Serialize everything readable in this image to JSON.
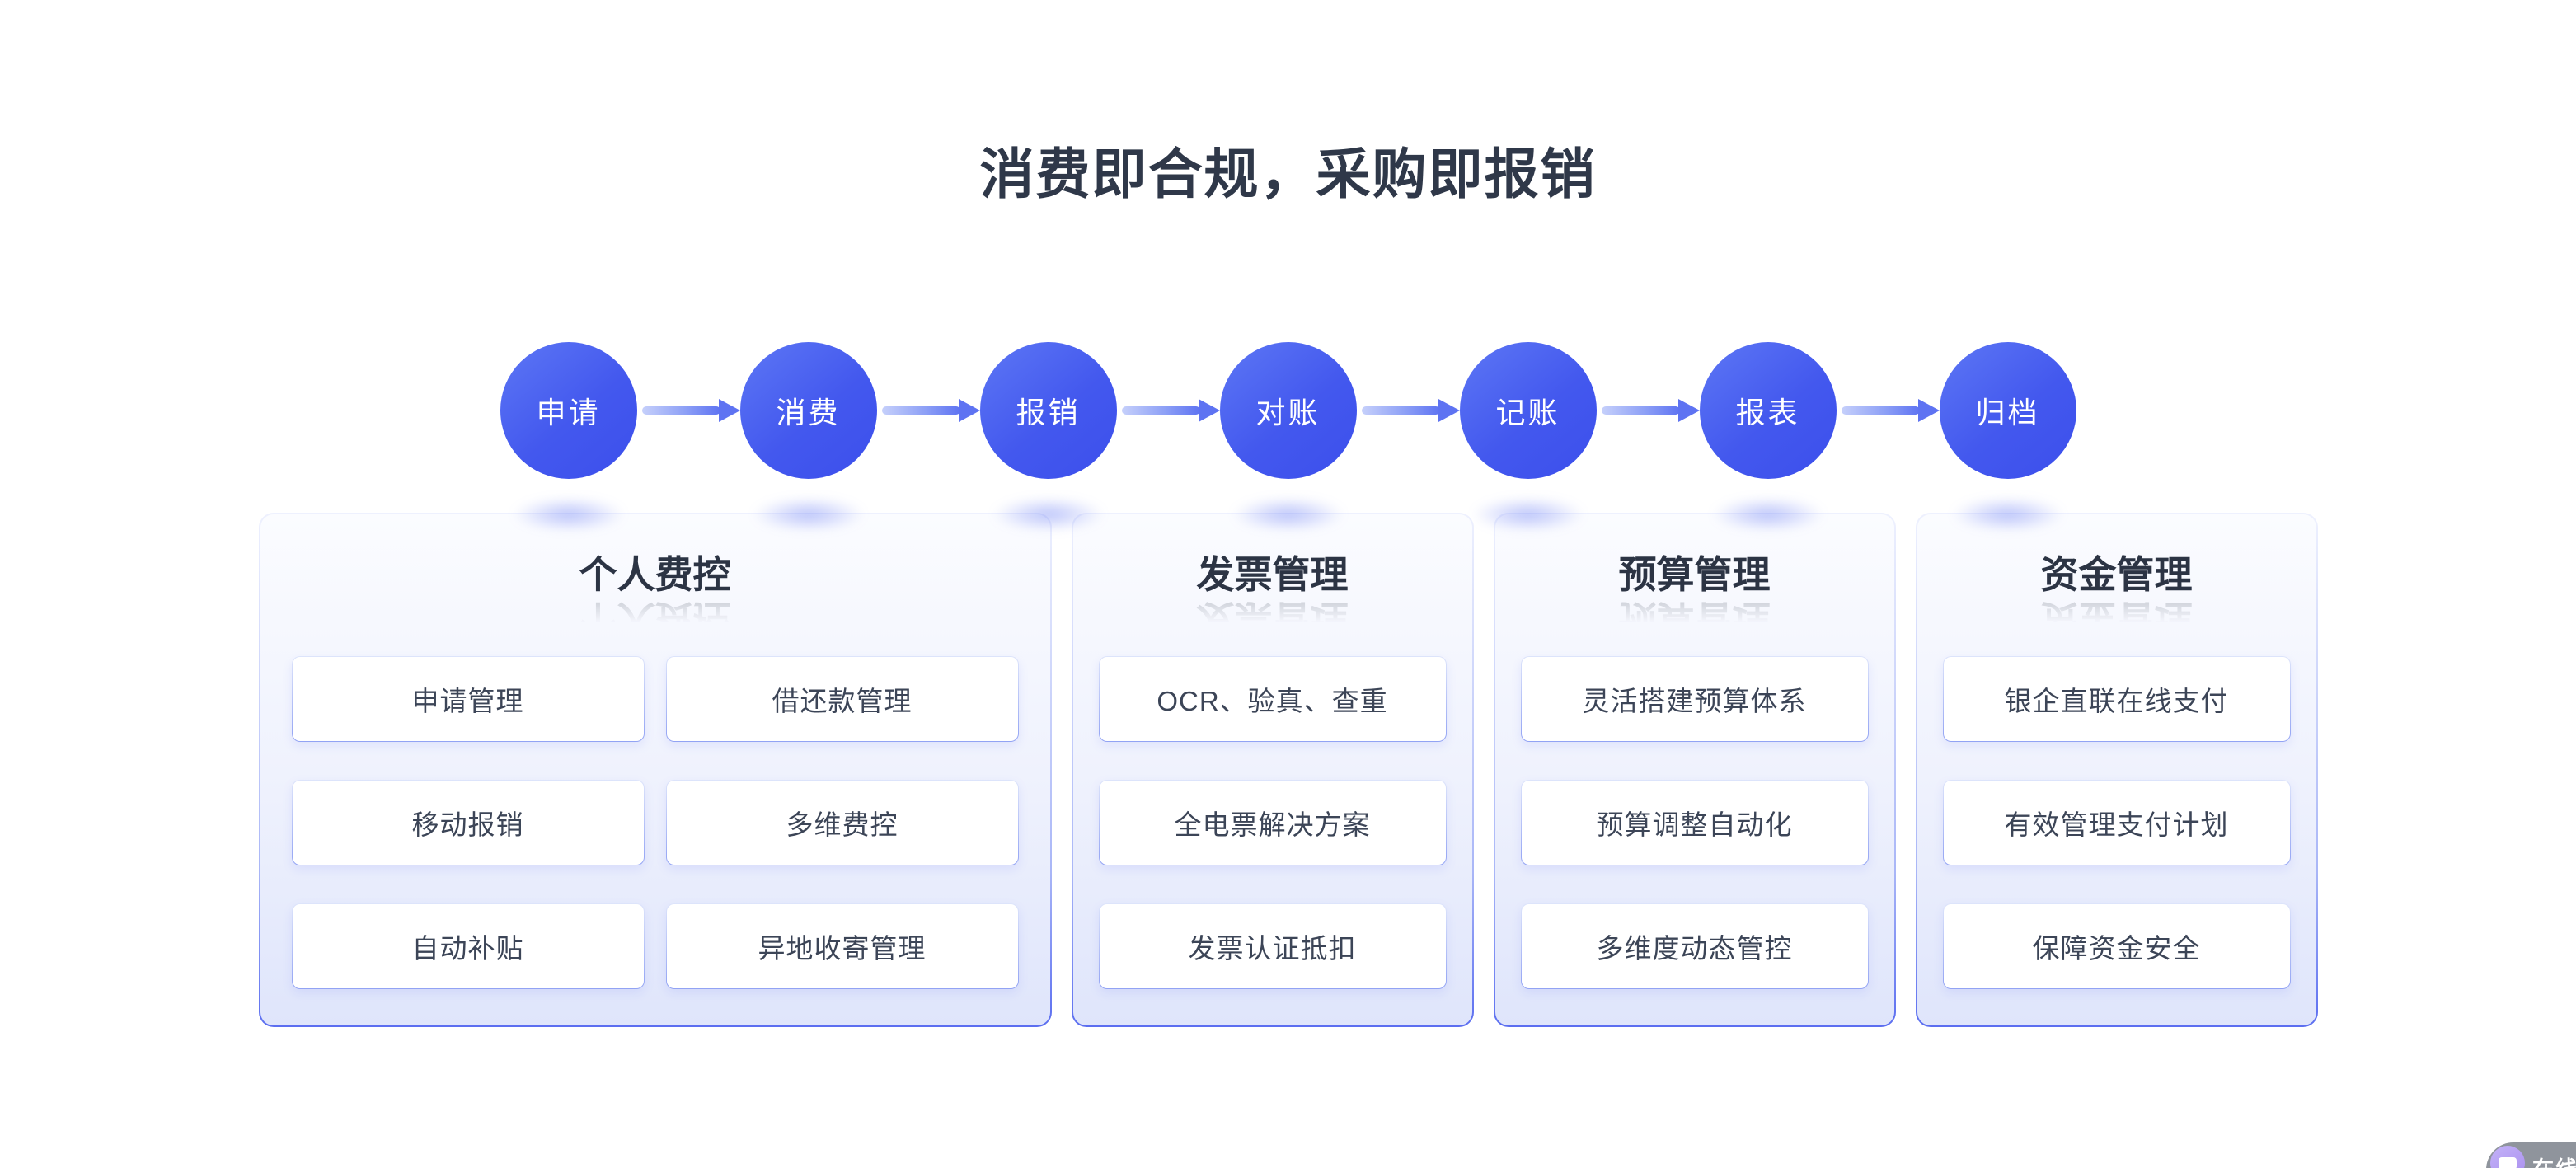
{
  "heading": "消费即合规，采购即报销",
  "flow": {
    "steps": [
      "申请",
      "消费",
      "报销",
      "对账",
      "记账",
      "报表",
      "归档"
    ]
  },
  "cards": [
    {
      "title": "个人费控",
      "items": [
        "申请管理",
        "借还款管理",
        "移动报销",
        "多维费控",
        "自动补贴",
        "异地收寄管理"
      ]
    },
    {
      "title": "发票管理",
      "items": [
        "OCR、验真、查重",
        "全电票解决方案",
        "发票认证抵扣"
      ]
    },
    {
      "title": "预算管理",
      "items": [
        "灵活搭建预算体系",
        "预算调整自动化",
        "多维度动态管控"
      ]
    },
    {
      "title": "资金管理",
      "items": [
        "银企直联在线支付",
        "有效管理支付计划",
        "保障资金安全"
      ]
    }
  ],
  "chat_widget": {
    "label": "在线咨询"
  },
  "colors": {
    "accent_blue": "#4156ee",
    "arrow_blue": "#5e73f2",
    "heading_text": "#2f3849",
    "item_text": "#3c4557",
    "card_border_bottom": "#5b6ef0"
  }
}
